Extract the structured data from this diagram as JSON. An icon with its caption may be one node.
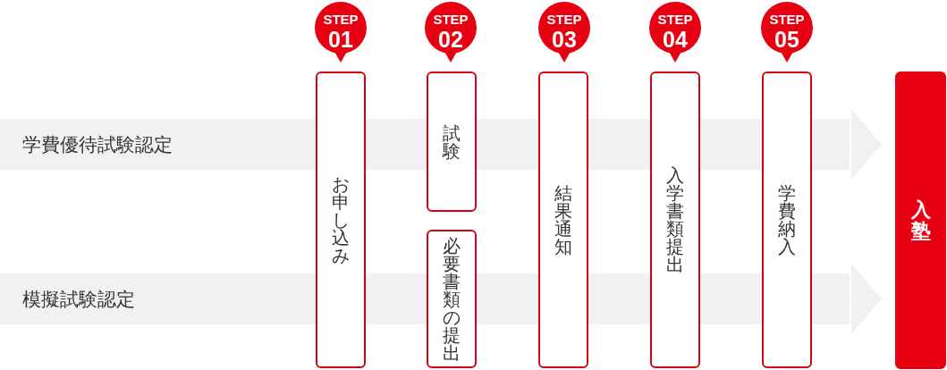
{
  "diagram": {
    "nodes": [
      {
        "text": [
          "STEP",
          "01"
        ]
      },
      {
        "text": [
          "STEP",
          "02"
        ]
      },
      {
        "text": [
          "STEP",
          "03"
        ]
      },
      {
        "text": [
          "STEP",
          "04"
        ]
      },
      {
        "text": [
          "STEP",
          "05"
        ]
      },
      {
        "text": [
          "学費優待試験認定"
        ]
      },
      {
        "text": [
          "模擬試験認定"
        ]
      },
      {
        "text": [
          "お申し込み"
        ]
      },
      {
        "text": [
          "試験"
        ]
      },
      {
        "text": [
          "必要書類の提出"
        ]
      },
      {
        "text": [
          "結果通知"
        ]
      },
      {
        "text": [
          "入学書類提出"
        ]
      },
      {
        "text": [
          "学費納入"
        ]
      },
      {
        "text": [
          "入塾"
        ]
      }
    ],
    "edges": [
      {
        "from": 5,
        "to": 13,
        "arrow": "to"
      },
      {
        "from": 6,
        "to": 13,
        "arrow": "to"
      }
    ]
  }
}
